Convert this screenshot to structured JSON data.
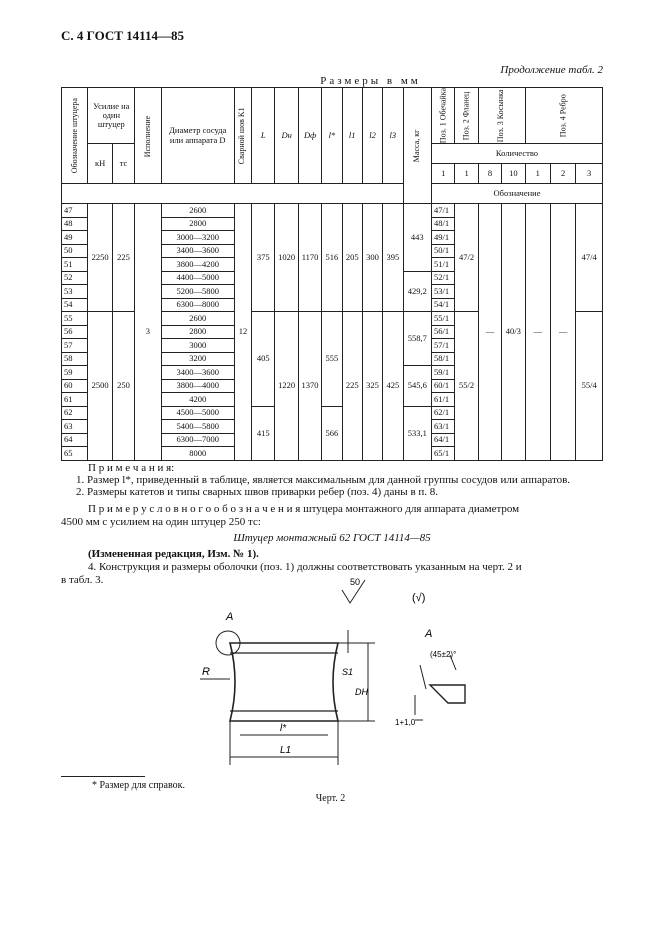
{
  "header": "С. 4 ГОСТ 14114—85",
  "continuation": "Продолжение табл. 2",
  "sizes_caption": "Размеры в мм",
  "table": {
    "col_headers": {
      "designation": "Обозначение штуцера",
      "force": "Усилие на один штуцер",
      "kn": "кН",
      "tc": "тс",
      "execution": "Исполнение",
      "diameter": "Диаметр сосуда или аппарата D",
      "weld": "Сварной шов K1",
      "L": "L",
      "Dn": "Dн",
      "Df": "Dф",
      "l_star": "l*",
      "l1": "l1",
      "l2": "l2",
      "l3": "l3",
      "mass": "Масса, кг",
      "pos1": "Поз. 1 Обечайка",
      "pos2": "Поз. 2 Фланец",
      "pos3": "Поз. 3 Косынка",
      "pos4": "Поз. 4 Ребро",
      "quantity": "Количество",
      "designation2": "Обозначение",
      "qty_values": [
        "1",
        "1",
        "8",
        "10",
        "1",
        "2",
        "3"
      ]
    },
    "rows": [
      {
        "n": "47",
        "d": "2600",
        "o": "47/1"
      },
      {
        "n": "48",
        "d": "2800",
        "o": "48/1"
      },
      {
        "n": "49",
        "d": "3000—3200",
        "o": "49/1"
      },
      {
        "n": "50",
        "d": "3400—3600",
        "o": "50/1"
      },
      {
        "n": "51",
        "d": "3800—4200",
        "o": "51/1"
      },
      {
        "n": "52",
        "d": "4400—5000",
        "o": "52/1"
      },
      {
        "n": "53",
        "d": "5200—5800",
        "o": "53/1"
      },
      {
        "n": "54",
        "d": "6300—8000",
        "o": "54/1"
      },
      {
        "n": "55",
        "d": "2600",
        "o": "55/1"
      },
      {
        "n": "56",
        "d": "2800",
        "o": "56/1"
      },
      {
        "n": "57",
        "d": "3000",
        "o": "57/1"
      },
      {
        "n": "58",
        "d": "3200",
        "o": "58/1"
      },
      {
        "n": "59",
        "d": "3400—3600",
        "o": "59/1"
      },
      {
        "n": "60",
        "d": "3800—4000",
        "o": "60/1"
      },
      {
        "n": "61",
        "d": "4200",
        "o": "61/1"
      },
      {
        "n": "62",
        "d": "4500—5000",
        "o": "62/1"
      },
      {
        "n": "63",
        "d": "5400—5800",
        "o": "63/1"
      },
      {
        "n": "64",
        "d": "6300—7000",
        "o": "64/1"
      },
      {
        "n": "65",
        "d": "8000",
        "o": "65/1"
      }
    ],
    "group1": {
      "kn": "2250",
      "tc": "225",
      "L": "375",
      "Dn": "1020",
      "Df": "1170",
      "l_star": "516",
      "l1": "205",
      "l2": "300",
      "l3": "395",
      "mass_a": "443",
      "mass_b": "429,2",
      "pos2": "47/2",
      "pos4": "47/4"
    },
    "group2": {
      "kn": "2500",
      "tc": "250",
      "L_a": "405",
      "L_b": "415",
      "Dn": "1220",
      "Df": "1370",
      "l_star_a": "555",
      "l_star_b": "566",
      "l1": "225",
      "l2": "325",
      "l3": "425",
      "mass_a": "558,7",
      "mass_b": "545,6",
      "mass_c": "533,1",
      "pos2": "55/2",
      "pos4": "55/4"
    },
    "execution": "3",
    "weld": "12",
    "dash": "—",
    "pos3_shared": "40/3"
  },
  "notes": {
    "title": "П р и м е ч а н и я:",
    "items": [
      "1. Размер l*, приведенный в таблице, является максимальным для данной группы сосудов или аппаратов.",
      "2. Размеры катетов и типы сварных швов приварки ребер (поз. 4) даны в п. 8."
    ]
  },
  "example": {
    "text_a": "П р и м е р   у с л о в н о г о   о б о з н а ч е н и я   штуцера монтажного для аппарата диаметром",
    "text_b": "4500 мм с усилием на один штуцер 250 тс:",
    "designation": "Штуцер монтажный 62 ГОСТ 14114—85"
  },
  "amendment": "(Измененная редакция, Изм. № 1).",
  "para4_a": "4. Конструкция и размеры оболочки (поз. 1) должны соответствовать указанным на черт. 2 и",
  "para4_b": "в табл. 3.",
  "drawing": {
    "roughness": "50",
    "roughness_paren": "(√)",
    "label_a": "A",
    "label_a2": "A",
    "label_r": "R",
    "label_s1": "S1",
    "label_dn": "DH",
    "label_l": "l*",
    "label_l1": "L1",
    "angle": "(45±2)°",
    "chamfer": "1+1,0"
  },
  "footnote": "* Размер для справок.",
  "caption": "Черт. 2"
}
